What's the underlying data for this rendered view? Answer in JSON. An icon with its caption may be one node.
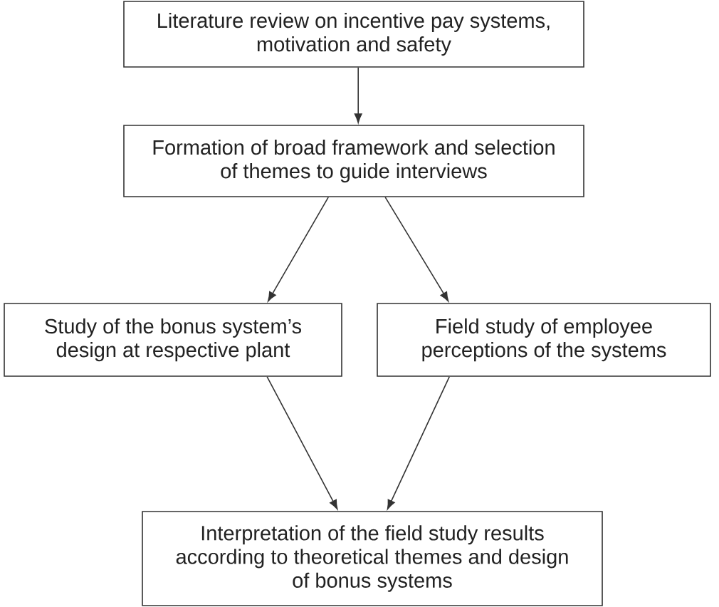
{
  "diagram": {
    "nodes": [
      {
        "text": [
          "Literature review on incentive pay systems, motivation and safety"
        ]
      },
      {
        "text": [
          "Formation of broad framework and selection of themes to guide interviews"
        ]
      },
      {
        "text": [
          "Study of the bonus system’s design at respective plant"
        ]
      },
      {
        "text": [
          "Field study of employee perceptions of the systems"
        ]
      },
      {
        "text": [
          "Interpretation of the field study results according to theoretical themes and design of bonus systems"
        ]
      }
    ],
    "edges": [
      {
        "from": 0,
        "to": 1,
        "arrow": "to"
      },
      {
        "from": 1,
        "to": 2,
        "arrow": "to"
      },
      {
        "from": 1,
        "to": 3,
        "arrow": "to"
      },
      {
        "from": 2,
        "to": 4,
        "arrow": "to"
      },
      {
        "from": 3,
        "to": 4,
        "arrow": "to"
      }
    ]
  }
}
